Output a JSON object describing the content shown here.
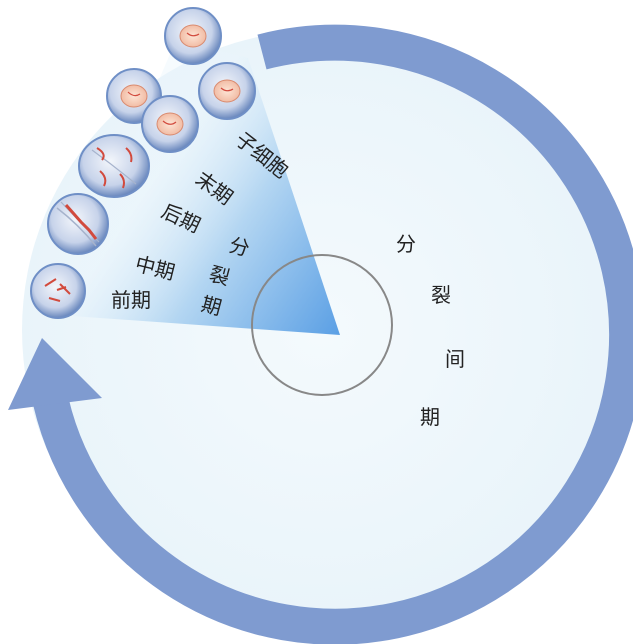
{
  "diagram": {
    "labels": {
      "daughter_cells": "子细胞",
      "telophase": "末期",
      "anaphase": "后期",
      "metaphase": "中期",
      "prophase": "前期",
      "division_phase": [
        "分",
        "裂",
        "期"
      ],
      "interphase": [
        "分",
        "裂",
        "间",
        "期"
      ]
    },
    "colors": {
      "arrow": "#7f9bd0",
      "cell_membrane": "#6f8fc6",
      "chromosome": "#d24a3d",
      "division_wedge": "#3f8fe0",
      "interphase_fill": "#eef7fb",
      "inner_circle": "#777777"
    }
  }
}
